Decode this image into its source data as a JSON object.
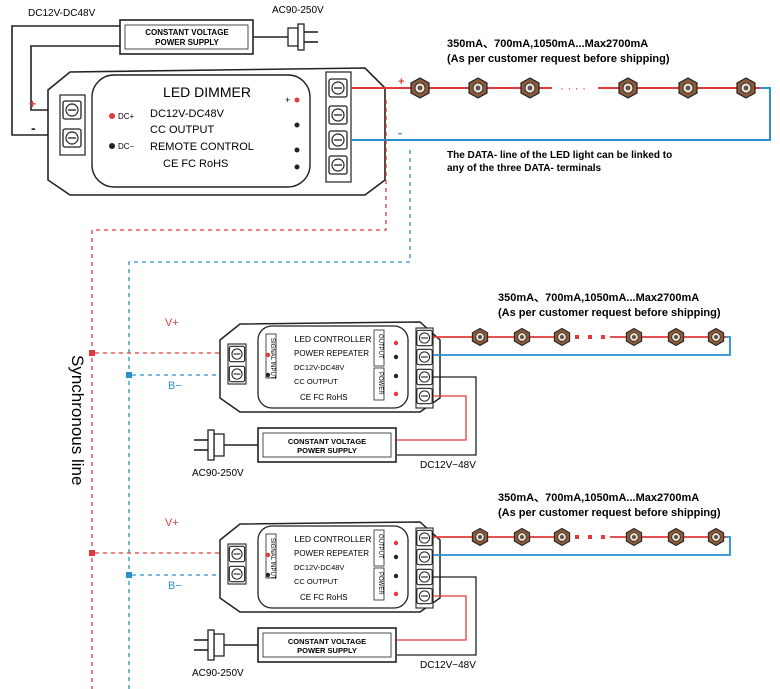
{
  "top": {
    "psu_input_label": "DC12V-DC48V",
    "ac_label": "AC90-250V",
    "psu_label_line1": "CONSTANT VOLTAGE",
    "psu_label_line2": "POWER SUPPLY",
    "current_spec": "350mA、700mA,1050mA...Max2700mA",
    "current_note": "(As per customer request before shipping)",
    "dimmer": {
      "title": "LED DIMMER",
      "voltage": "DC12V-DC48V",
      "output": "CC OUTPUT",
      "remote": "REMOTE CONTROL",
      "certs": "CE FC RoHS",
      "dc_plus": "DC+",
      "dc_minus": "DC−"
    },
    "data_note_line1": "The DATA- line of the LED light can be linked to",
    "data_note_line2": "any of the three DATA- terminals",
    "plus_sign": "+",
    "minus_sign": "-",
    "ellipsis": "· · · ·"
  },
  "sync_line_label": "Synchronous line",
  "repeaters": [
    {
      "v_label": "V+",
      "b_label": "B−",
      "controller_line1": "LED CONTROLLER",
      "controller_line2": "POWER REPEATER",
      "controller_line3": "DC12V-DC48V",
      "controller_line4": "CC OUTPUT",
      "certs": "CE FC RoHS",
      "signal_input": "SIGNAL INPUT",
      "output_tag": "OUTPUT",
      "power_tag": "POWER",
      "current_spec": "350mA、700mA,1050mA...Max2700mA",
      "current_note": "(As per customer request before shipping)",
      "psu_line1": "CONSTANT VOLTAGE",
      "psu_line2": "POWER SUPPLY",
      "ac_label": "AC90-250V",
      "dc_label": "DC12V~48V"
    },
    {
      "v_label": "V+",
      "b_label": "B−",
      "controller_line1": "LED CONTROLLER",
      "controller_line2": "POWER REPEATER",
      "controller_line3": "DC12V-DC48V",
      "controller_line4": "CC OUTPUT",
      "certs": "CE FC RoHS",
      "signal_input": "SIGNAL INPUT",
      "output_tag": "OUTPUT",
      "power_tag": "POWER",
      "current_spec": "350mA、700mA,1050mA...Max2700mA",
      "current_note": "(As per customer request before shipping)",
      "psu_line1": "CONSTANT VOLTAGE",
      "psu_line2": "POWER SUPPLY",
      "ac_label": "AC90-250V",
      "dc_label": "DC12V~48V"
    }
  ],
  "colors": {
    "positive_wire": "#e23a3a",
    "negative_wire": "#2a8fd0",
    "line": "#222222",
    "led_body": "#7a4a32"
  }
}
